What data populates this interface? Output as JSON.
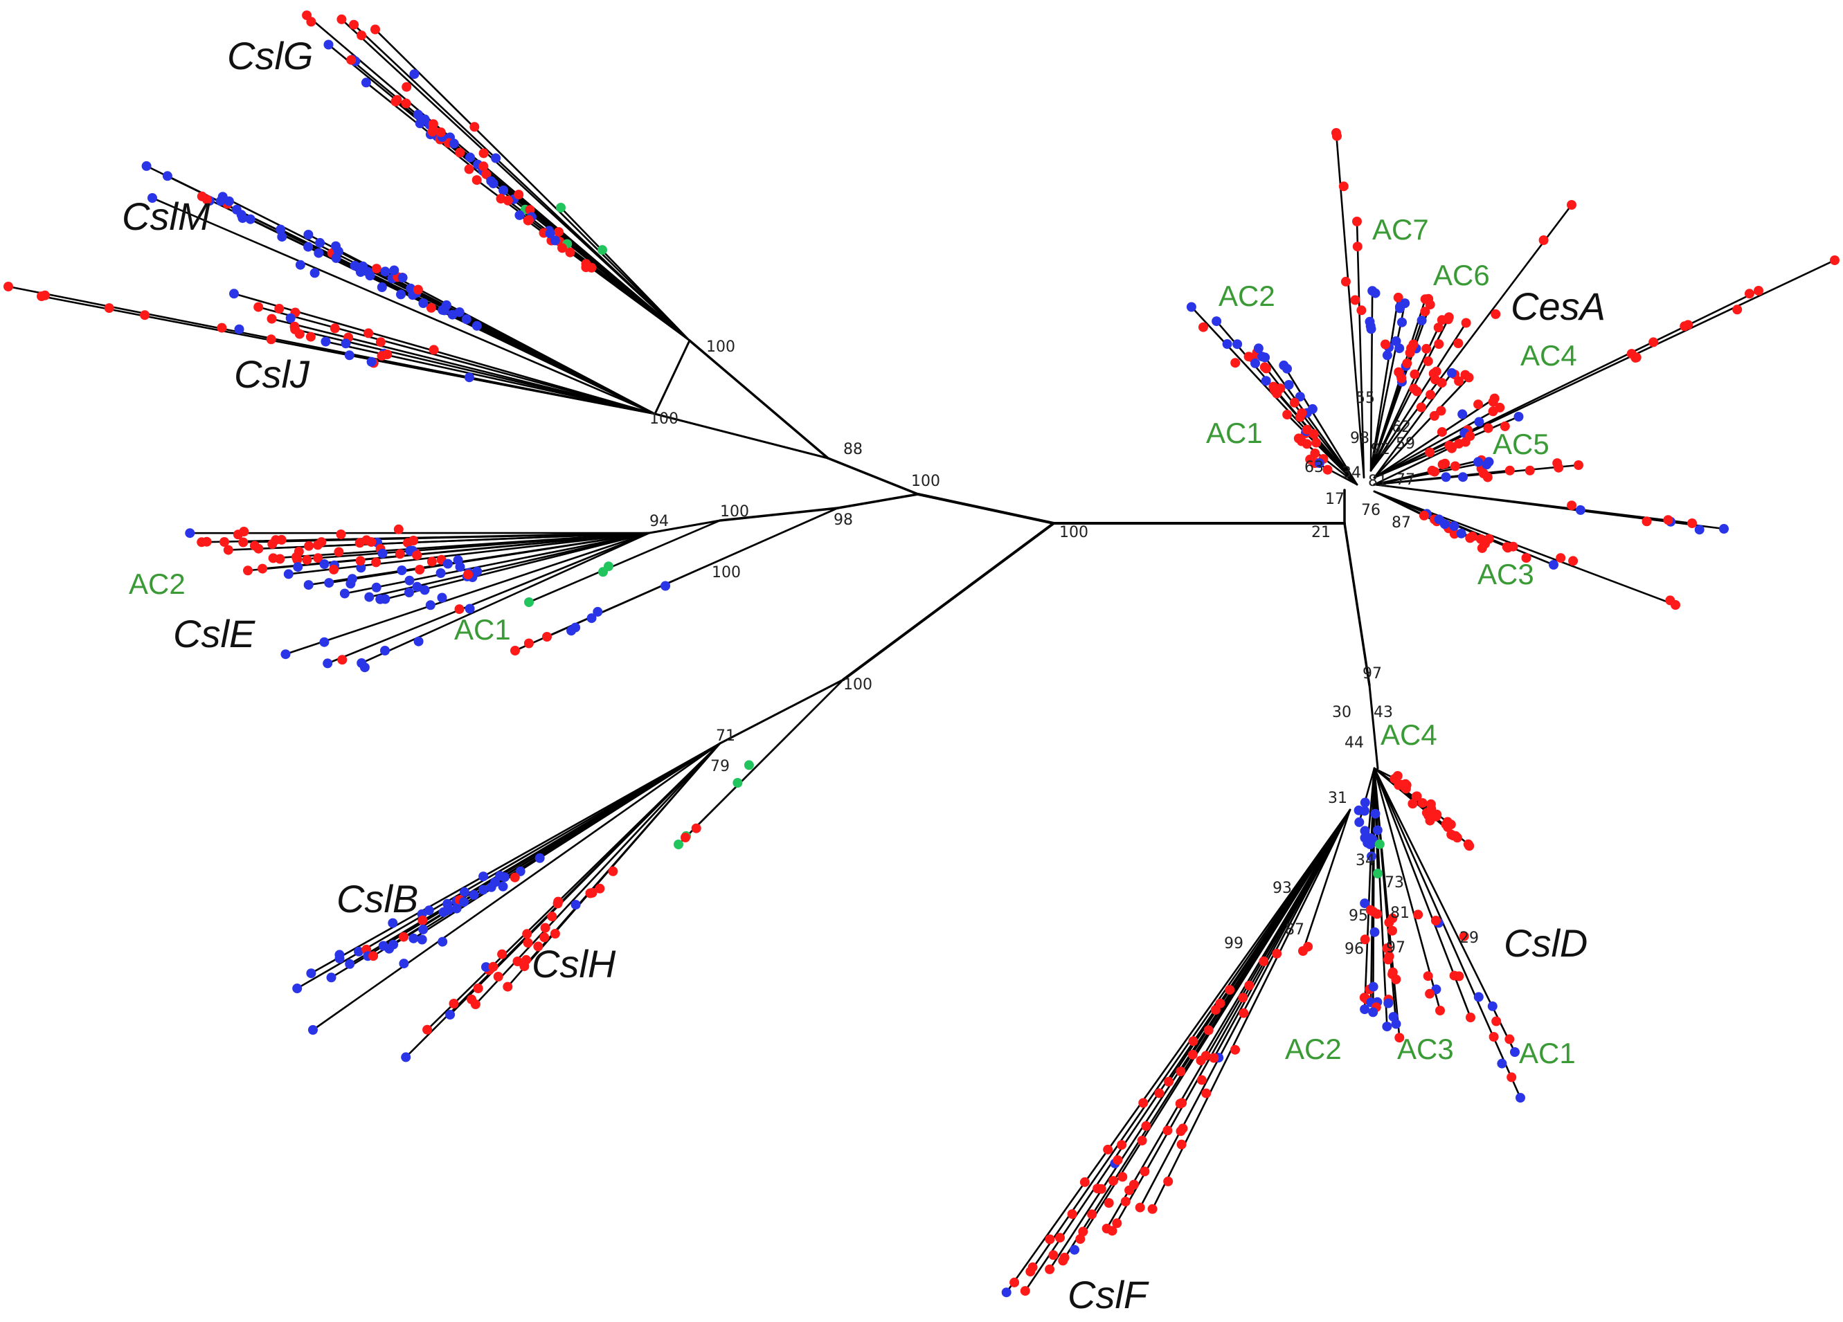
{
  "colors": {
    "branch": "#000000",
    "leaf_red": "#ff1a1a",
    "leaf_blue": "#2b35e8",
    "leaf_green": "#22c45e",
    "clade_label": "#3a9a36",
    "family_label": "#111111"
  },
  "family_labels": [
    "CslG",
    "CslM",
    "CslJ",
    "CslE",
    "CslB",
    "CslH",
    "CesA",
    "CslD",
    "CslF"
  ],
  "clade_labels": [
    "AC2",
    "AC1",
    "AC7",
    "AC2",
    "AC6",
    "AC4",
    "AC1",
    "AC5",
    "AC3",
    "AC4",
    "AC2",
    "AC3",
    "AC1"
  ],
  "bootstrap_values": [
    "100",
    "100",
    "88",
    "100",
    "94",
    "100",
    "98",
    "100",
    "100",
    "100",
    "71",
    "79",
    "55",
    "98",
    "62",
    "92",
    "59",
    "63",
    "34",
    "81",
    "77",
    "17",
    "76",
    "87",
    "21",
    "97",
    "30",
    "43",
    "44",
    "31",
    "34",
    "73",
    "95",
    "81",
    "96",
    "97",
    "29",
    "93",
    "87",
    "99"
  ]
}
